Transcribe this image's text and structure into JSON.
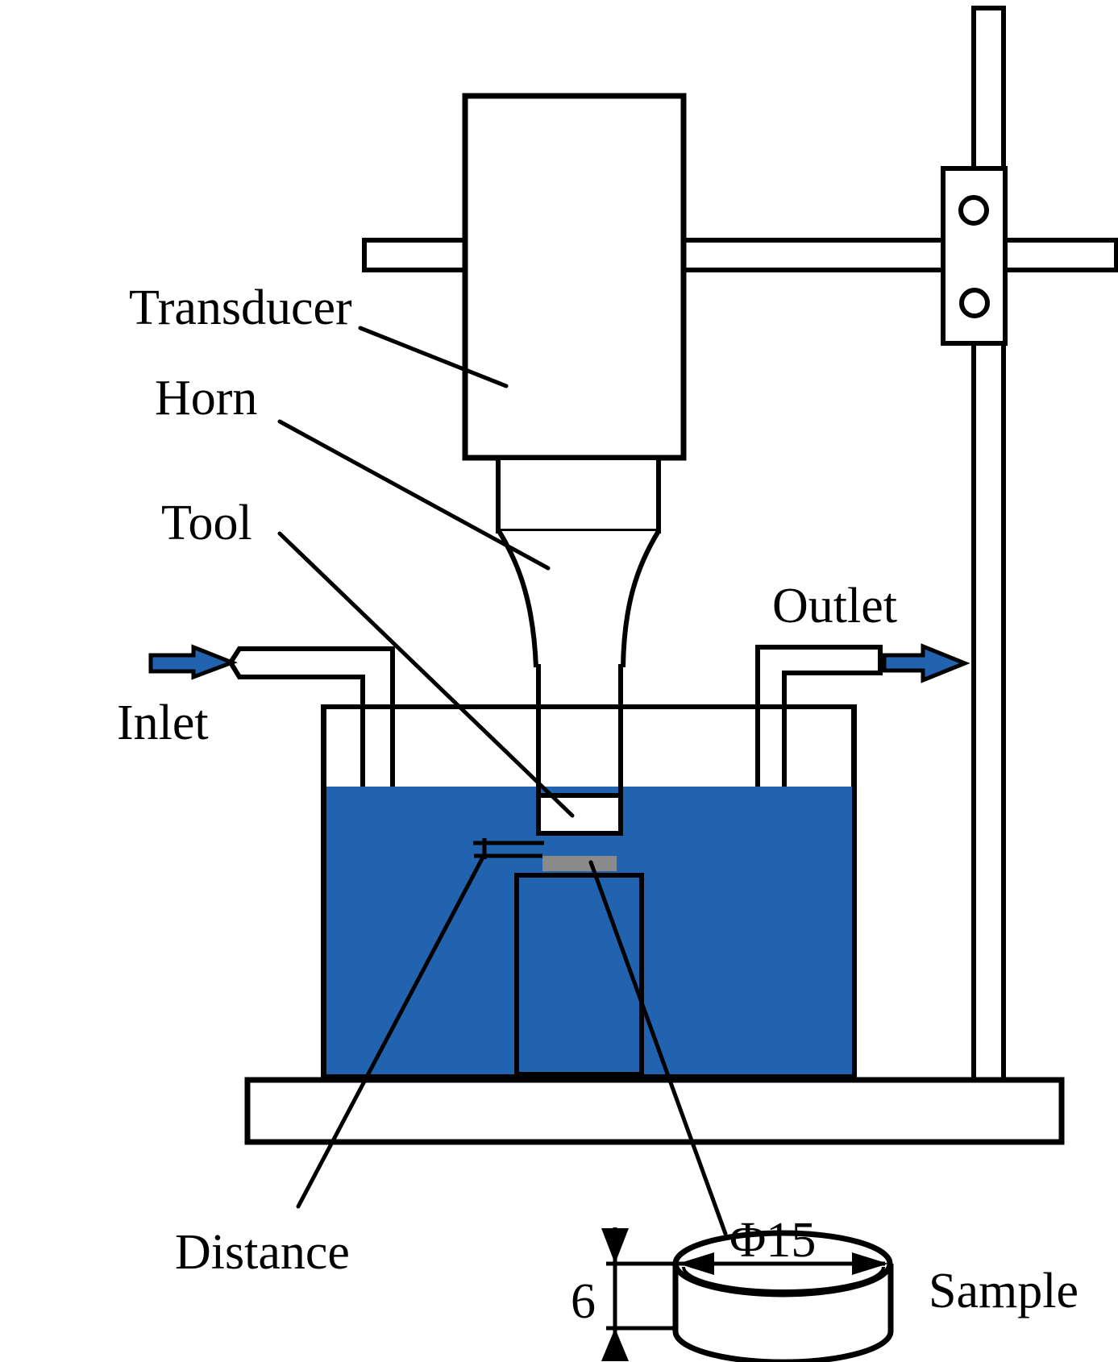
{
  "title": "Ultrasonic machining experimental setup schematic",
  "labels": {
    "transducer": "Transducer",
    "horn": "Horn",
    "tool": "Tool",
    "outlet": "Outlet",
    "inlet": "Inlet",
    "distance": "Distance",
    "sample": "Sample",
    "diameter": "Φ15",
    "height": "6"
  },
  "colors": {
    "water": "#2163AE",
    "sample_block": "#D8D8D8",
    "sample_disc": "#8A8A8A",
    "line": "#000000",
    "background": "#FFFFFF"
  }
}
